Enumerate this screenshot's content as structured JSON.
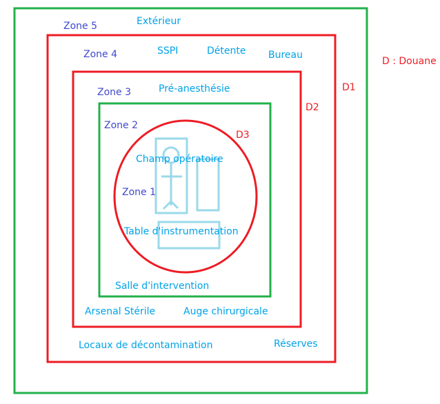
{
  "colors": {
    "green": "#22b14c",
    "red": "#ed1c24",
    "shape": "#99d9ea",
    "text": "#00a2e8",
    "zone": "#3f48cc"
  },
  "legend": "D : Douane",
  "zones": [
    "Zone 5",
    "Zone 4",
    "Zone 3",
    "Zone 2",
    "Zone 1"
  ],
  "douanes": [
    "D1",
    "D2",
    "D3"
  ],
  "areas": {
    "exterieur": "Extérieur",
    "sspi": "SSPI",
    "detente": "Détente",
    "bureau": "Bureau",
    "pre_anesthesie": "Pré-anesthésie",
    "champ": "Champ opératoire",
    "table": "Table d'instrumentation",
    "salle": "Salle d'intervention",
    "arsenal": "Arsenal Stérile",
    "auge": "Auge chirurgicale",
    "locaux": "Locaux de décontamination",
    "reserves": "Réserves"
  }
}
